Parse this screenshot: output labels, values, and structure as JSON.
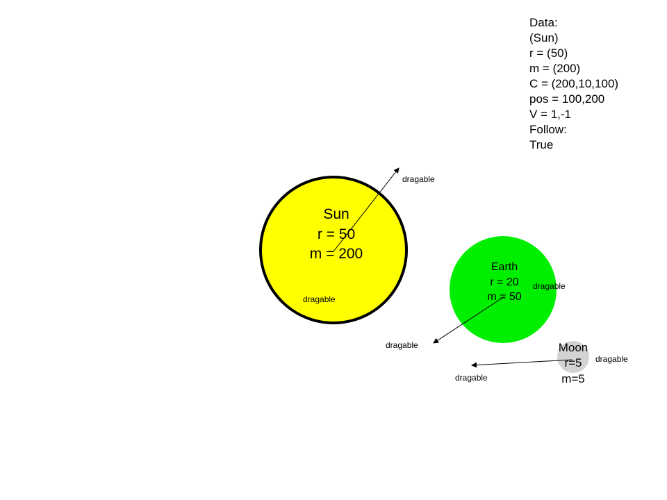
{
  "data_panel": {
    "lines": [
      "Data:",
      "(Sun)",
      "r = (50)",
      "m = (200)",
      "C = (200,10,100)",
      "pos = 100,200",
      "V = 1,-1",
      "Follow:",
      "True"
    ]
  },
  "bodies": {
    "sun": {
      "name": "Sun",
      "radius_label": "r = 50",
      "mass_label": "m = 200",
      "fill": "#ffff00",
      "stroke": "#000000"
    },
    "earth": {
      "name": "Earth",
      "radius_label": "r = 20",
      "mass_label": "m = 50",
      "fill": "#00ee00"
    },
    "moon": {
      "name": "Moon",
      "radius_label": "r=5",
      "mass_label": "m=5",
      "fill": "#d3d3d3"
    }
  },
  "drag_text": "dragable"
}
